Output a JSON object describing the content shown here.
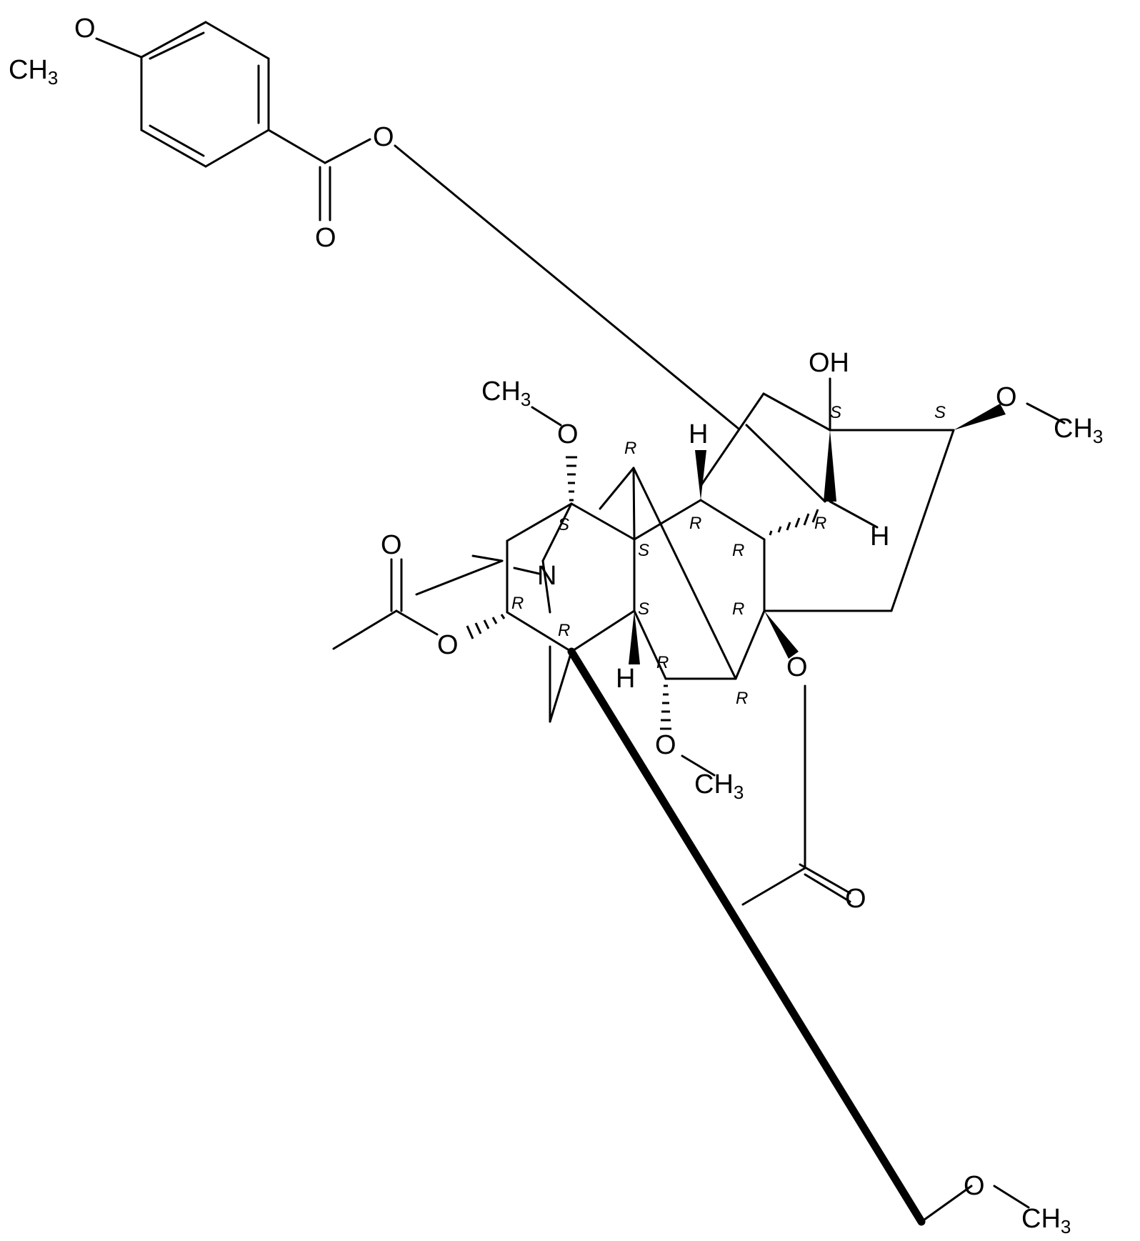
{
  "molecule": {
    "atoms": {
      "o_methoxy_aryl": "O",
      "ch3_aryl": "CH3",
      "o_ester_link": "O",
      "o_carbonyl_benzoyl": "O",
      "oh": "OH",
      "o_methoxy_right": "O",
      "ch3_right": "CH3",
      "ch3_top": "CH3",
      "o_top": "O",
      "h_top": "H",
      "h_right": "H",
      "o_acetyl_left_carbonyl": "O",
      "n": "N",
      "o_acetyl_left": "O",
      "h_bottom": "H",
      "o_methoxy_bottom": "O",
      "ch3_bottom": "CH3",
      "o_acetoxy_right": "O",
      "o_acetyl_right_carbonyl": "O",
      "o_methoxymethyl": "O",
      "ch3_methoxymethyl": "CH3"
    },
    "stereo_labels": {
      "c_top_bridge": "R",
      "c_oh": "S",
      "c_ome_right": "S",
      "c_ome_top": "S",
      "c_h_right": "R",
      "c_junction_top": "R",
      "c_quaternary": "S",
      "c_mid_right": "R",
      "c_oac_left": "R",
      "c_oac_right": "R",
      "c_h_bottom": "S",
      "c_n_bridge": "R",
      "c_ome_bottom": "R",
      "c_bottom_right": "R"
    }
  }
}
